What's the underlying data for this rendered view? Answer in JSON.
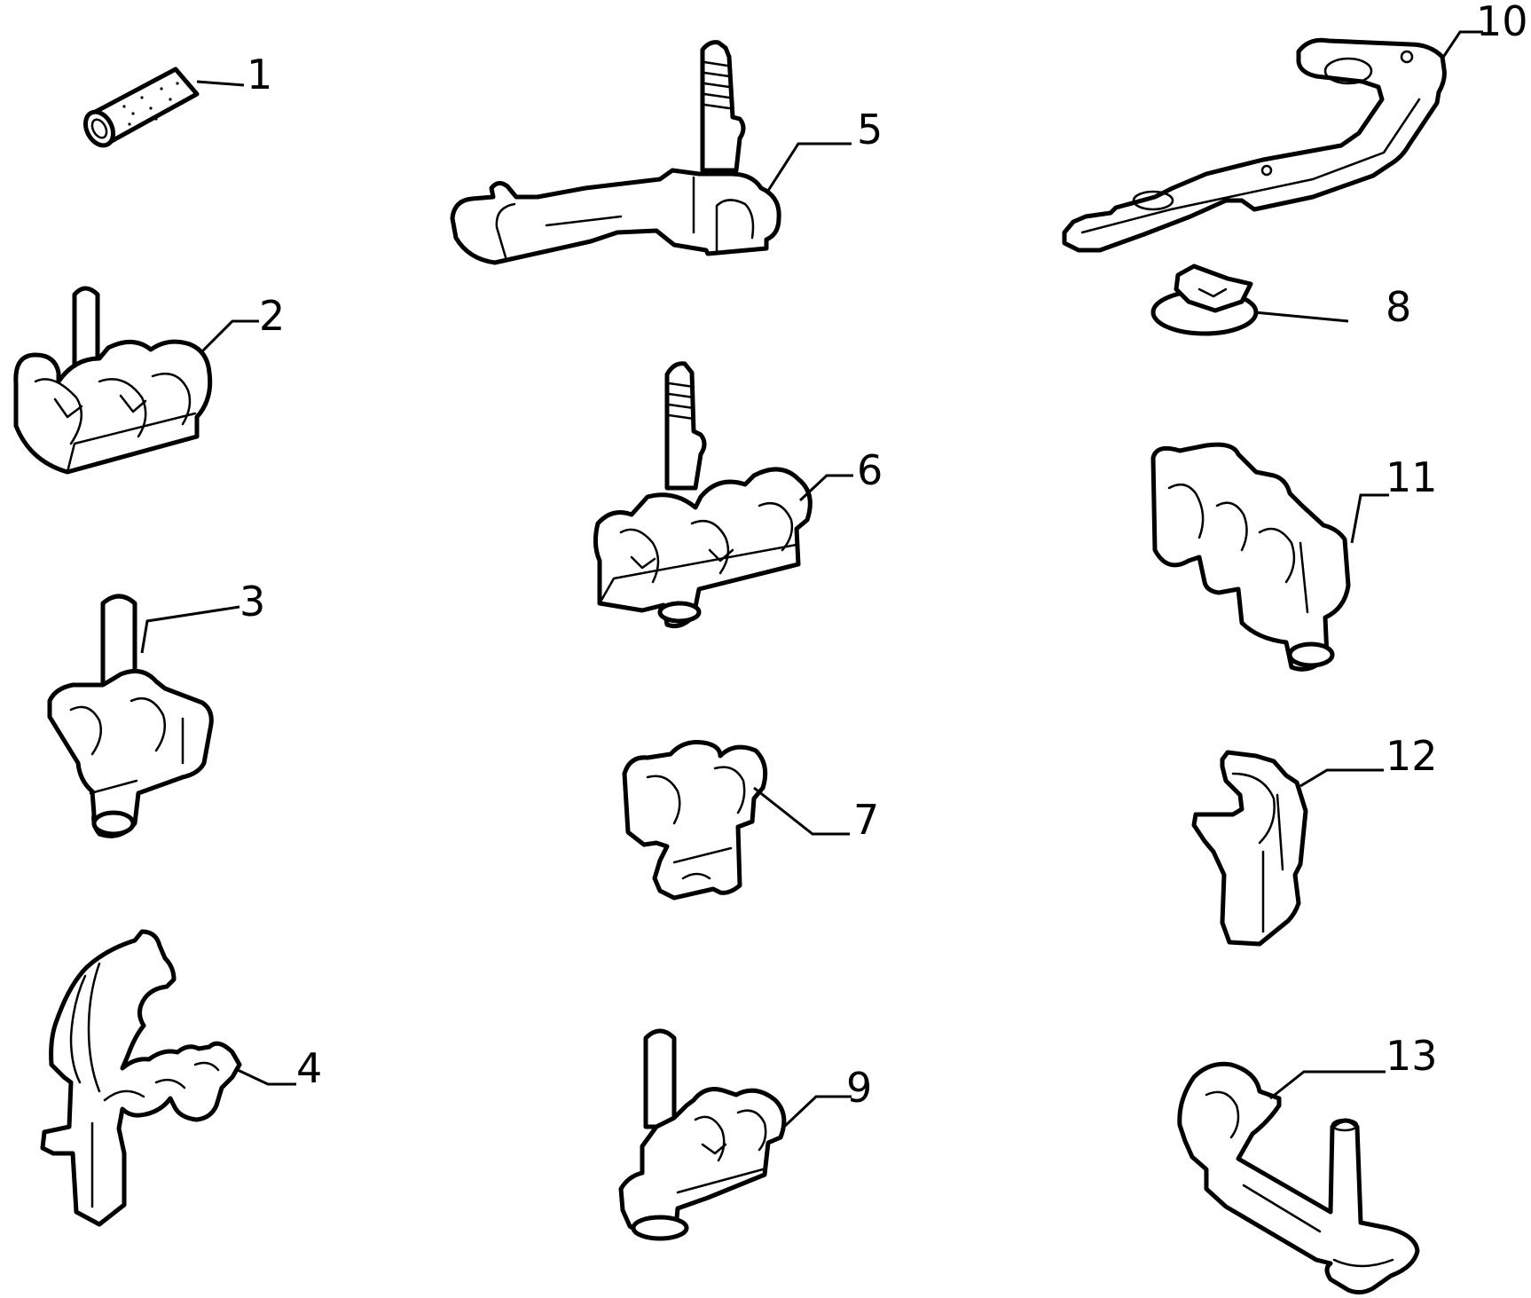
{
  "parts": [
    {
      "id": "part-1",
      "label": "1",
      "icon": "sleeve-tube-icon"
    },
    {
      "id": "part-2",
      "label": "2",
      "icon": "triple-pipe-clip-with-pin-icon"
    },
    {
      "id": "part-3",
      "label": "3",
      "icon": "double-pipe-clip-with-pin-icon"
    },
    {
      "id": "part-4",
      "label": "4",
      "icon": "multi-hook-pipe-clip-icon"
    },
    {
      "id": "part-5",
      "label": "5",
      "icon": "bracket-with-stud-icon"
    },
    {
      "id": "part-6",
      "label": "6",
      "icon": "triple-pipe-clip-with-stud-icon"
    },
    {
      "id": "part-7",
      "label": "7",
      "icon": "double-pipe-clip-icon"
    },
    {
      "id": "part-8",
      "label": "8",
      "icon": "disc-fastener-icon"
    },
    {
      "id": "part-9",
      "label": "9",
      "icon": "double-pipe-clip-with-pin-icon"
    },
    {
      "id": "part-10",
      "label": "10",
      "icon": "flat-bracket-plate-icon"
    },
    {
      "id": "part-11",
      "label": "11",
      "icon": "triple-pipe-clip-icon"
    },
    {
      "id": "part-12",
      "label": "12",
      "icon": "single-pipe-clip-icon"
    },
    {
      "id": "part-13",
      "label": "13",
      "icon": "pipe-clip-with-arm-icon"
    }
  ]
}
